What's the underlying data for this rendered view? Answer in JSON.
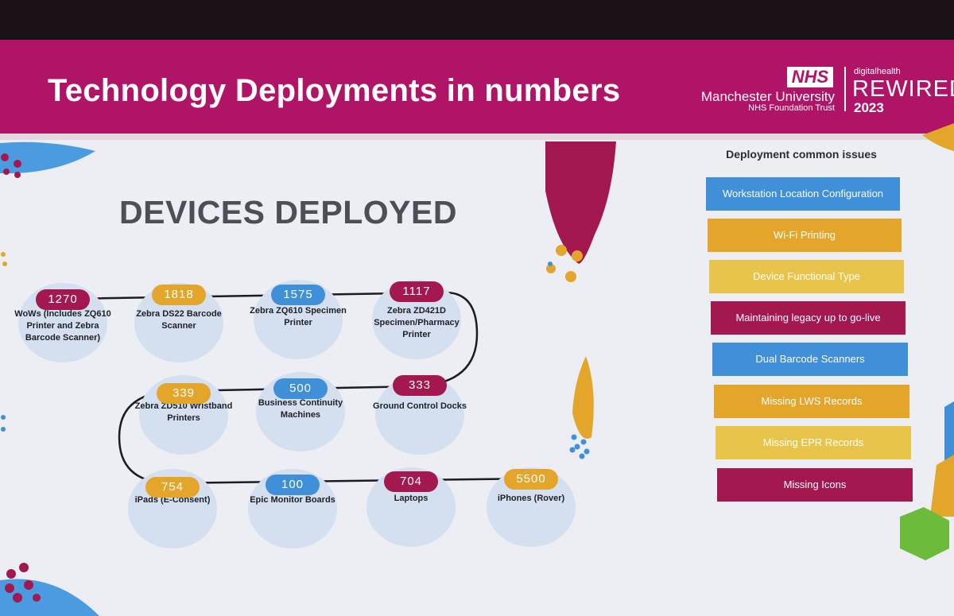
{
  "slide": {
    "title": "Technology Deployments in numbers",
    "logos": {
      "nhs_badge": "NHS",
      "trust_name": "Manchester University",
      "trust_sub": "NHS Foundation Trust",
      "event_small": "digitalhealth",
      "event_word": "REWIRED",
      "event_year": "2023"
    }
  },
  "devices": {
    "heading": "DEVICES DEPLOYED",
    "items": [
      {
        "count": "1270",
        "label": "WoWs (Includes ZQ610 Printer and Zebra Barcode Scanner)",
        "color": "#a3184f"
      },
      {
        "count": "1818",
        "label": "Zebra DS22 Barcode Scanner",
        "color": "#e3a62a"
      },
      {
        "count": "1575",
        "label": "Zebra ZQ610 Specimen Printer",
        "color": "#3f8fd9"
      },
      {
        "count": "1117",
        "label": "Zebra ZD421D Specimen/Pharmacy Printer",
        "color": "#a3184f"
      },
      {
        "count": "333",
        "label": "Ground Control Docks",
        "color": "#a3184f"
      },
      {
        "count": "500",
        "label": "Business Continuity Machines",
        "color": "#3f8fd9"
      },
      {
        "count": "339",
        "label": "Zebra ZD510 Wristband Printers",
        "color": "#e3a62a"
      },
      {
        "count": "754",
        "label": "iPads (E-Consent)",
        "color": "#e3a62a"
      },
      {
        "count": "100",
        "label": "Epic Monitor Boards",
        "color": "#3f8fd9"
      },
      {
        "count": "704",
        "label": "Laptops",
        "color": "#a3184f"
      },
      {
        "count": "5500",
        "label": "iPhones (Rover)",
        "color": "#e3a62a"
      }
    ]
  },
  "issues": {
    "heading": "Deployment common issues",
    "items": [
      {
        "label": "Workstation Location Configuration",
        "color": "#3f8fd9"
      },
      {
        "label": "Wi-Fi Printing",
        "color": "#e3a62a"
      },
      {
        "label": "Device Functional Type",
        "color": "#e8c54a"
      },
      {
        "label": "Maintaining legacy up to go-live",
        "color": "#a3184f"
      },
      {
        "label": "Dual Barcode Scanners",
        "color": "#3f8fd9"
      },
      {
        "label": "Missing LWS Records",
        "color": "#e3a62a"
      },
      {
        "label": "Missing EPR Records",
        "color": "#e8c54a"
      },
      {
        "label": "Missing Icons",
        "color": "#a3184f"
      }
    ]
  }
}
